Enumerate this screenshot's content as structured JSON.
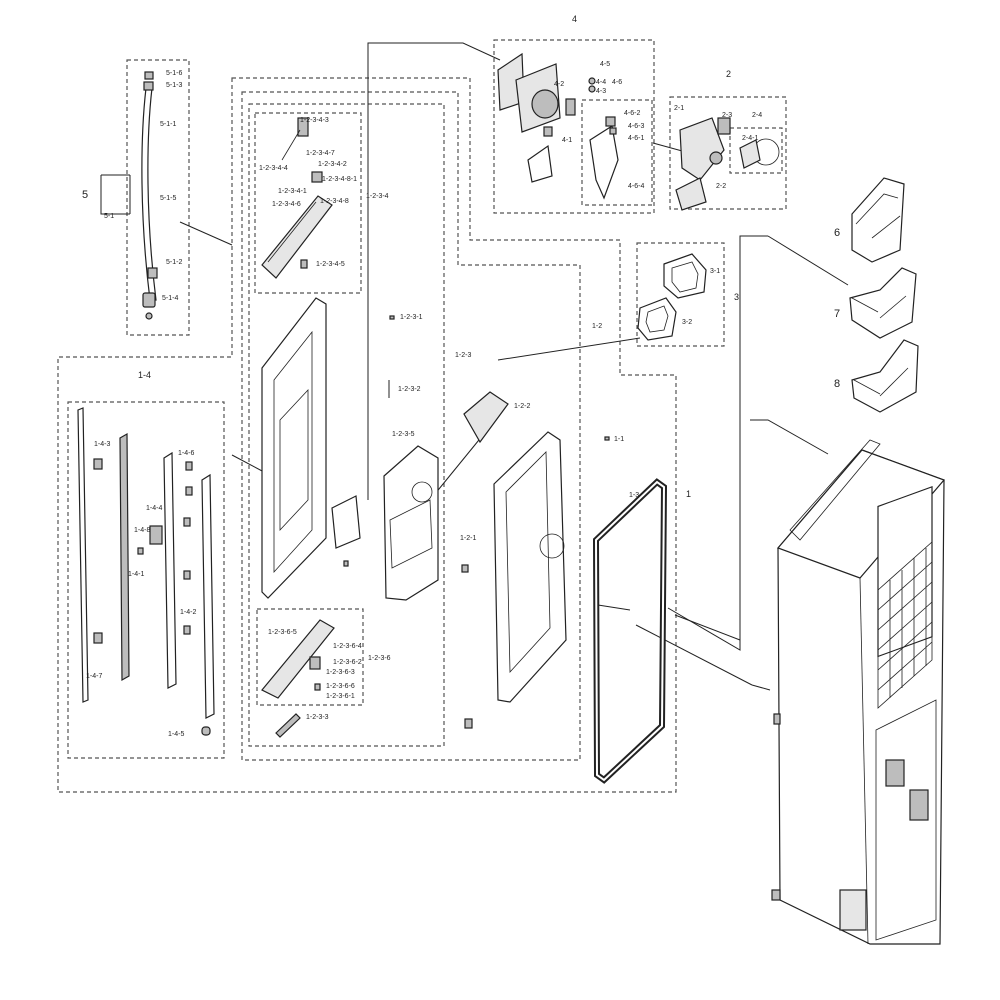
{
  "labels": {
    "l1": "1",
    "l1_1": "1-1",
    "l1_2": "1-2",
    "l1_2_1": "1-2-1",
    "l1_2_2": "1-2-2",
    "l1_2_3": "1-2-3",
    "l1_2_3_1": "1-2-3-1",
    "l1_2_3_2": "1-2-3-2",
    "l1_2_3_3": "1-2-3-3",
    "l1_2_3_4": "1-2-3-4",
    "l1_2_3_4_1": "1-2-3-4-1",
    "l1_2_3_4_2": "1-2-3-4-2",
    "l1_2_3_4_3": "1-2-3-4-3",
    "l1_2_3_4_4": "1-2-3-4-4",
    "l1_2_3_4_5": "1-2-3-4-5",
    "l1_2_3_4_6": "1-2-3-4-6",
    "l1_2_3_4_7": "1-2-3-4-7",
    "l1_2_3_4_8": "1-2-3-4-8",
    "l1_2_3_4_8_1": "1-2-3-4-8-1",
    "l1_2_3_5": "1-2-3-5",
    "l1_2_3_6": "1-2-3-6",
    "l1_2_3_6_1": "1-2-3-6-1",
    "l1_2_3_6_2": "1-2-3-6-2",
    "l1_2_3_6_3": "1-2-3-6-3",
    "l1_2_3_6_4": "1-2-3-6-4",
    "l1_2_3_6_5": "1-2-3-6-5",
    "l1_2_3_6_6": "1-2-3-6-6",
    "l1_3": "1-3",
    "l1_4": "1-4",
    "l1_4_1": "1-4-1",
    "l1_4_2": "1-4-2",
    "l1_4_3": "1-4-3",
    "l1_4_4": "1-4-4",
    "l1_4_5": "1-4-5",
    "l1_4_6": "1-4-6",
    "l1_4_7": "1-4-7",
    "l1_4_8": "1-4-8",
    "l2": "2",
    "l2_1": "2-1",
    "l2_2": "2-2",
    "l2_3": "2-3",
    "l2_4": "2-4",
    "l2_4_1": "2-4-1",
    "l3": "3",
    "l3_1": "3-1",
    "l3_2": "3-2",
    "l4": "4",
    "l4_1": "4-1",
    "l4_2": "4-2",
    "l4_3": "4-3",
    "l4_4": "4-4",
    "l4_5": "4-5",
    "l4_6": "4-6",
    "l4_6_1": "4-6-1",
    "l4_6_2": "4-6-2",
    "l4_6_3": "4-6-3",
    "l4_6_4": "4-6-4",
    "l5": "5",
    "l5_1": "5-1",
    "l5_1_1": "5-1-1",
    "l5_1_2": "5-1-2",
    "l5_1_3": "5-1-3",
    "l5_1_4": "5-1-4",
    "l5_1_5": "5-1-5",
    "l5_1_6": "5-1-6",
    "l6": "6",
    "l7": "7",
    "l8": "8"
  }
}
